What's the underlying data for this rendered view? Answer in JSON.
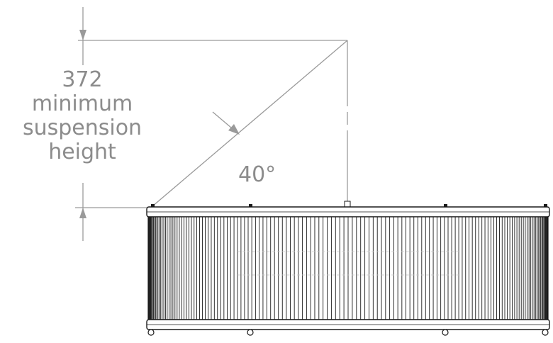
{
  "dimension": {
    "value": "372",
    "line1": "minimum",
    "line2": "suspension",
    "line3": "height"
  },
  "angle": {
    "label": "40°"
  },
  "colors": {
    "dimension_text": "#8c8c8c",
    "dimension_lines": "#9a9a9a",
    "drawing_lines": "#1a1a1a",
    "background": "#ffffff"
  }
}
